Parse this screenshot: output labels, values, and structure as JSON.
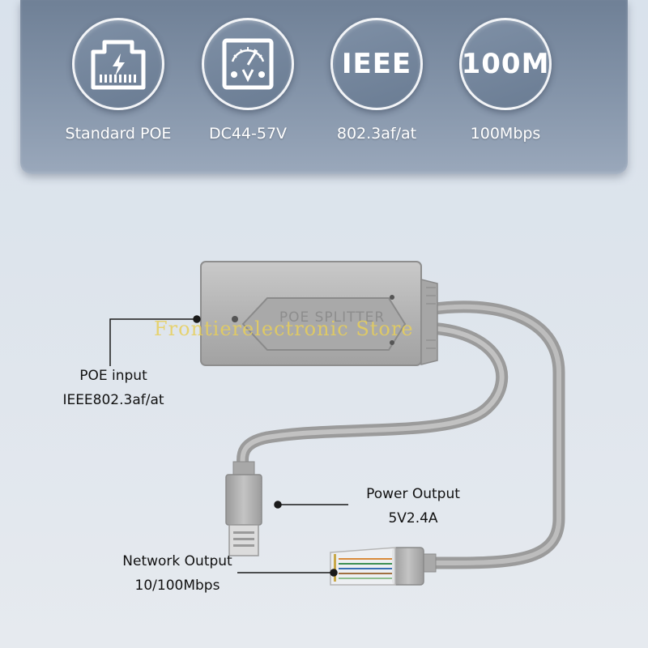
{
  "features": [
    {
      "name": "ethernet-port",
      "circle_text": "",
      "label": "Standard POE"
    },
    {
      "name": "voltmeter",
      "circle_text": "",
      "label": "DC44-57V"
    },
    {
      "name": "ieee",
      "circle_text": "IEEE",
      "label": "802.3af/at"
    },
    {
      "name": "speed",
      "circle_text": "100M",
      "label": "100Mbps"
    }
  ],
  "device": {
    "body_text": "POE SPLITTER"
  },
  "callouts": {
    "poe_input": {
      "line1": "POE input",
      "line2": "IEEE802.3af/at"
    },
    "power_output": {
      "line1": "Power Output",
      "line2": "5V2.4A"
    },
    "network_output": {
      "line1": "Network Output",
      "line2": "10/100Mbps"
    }
  },
  "watermark": "Frontierelectronic Store"
}
